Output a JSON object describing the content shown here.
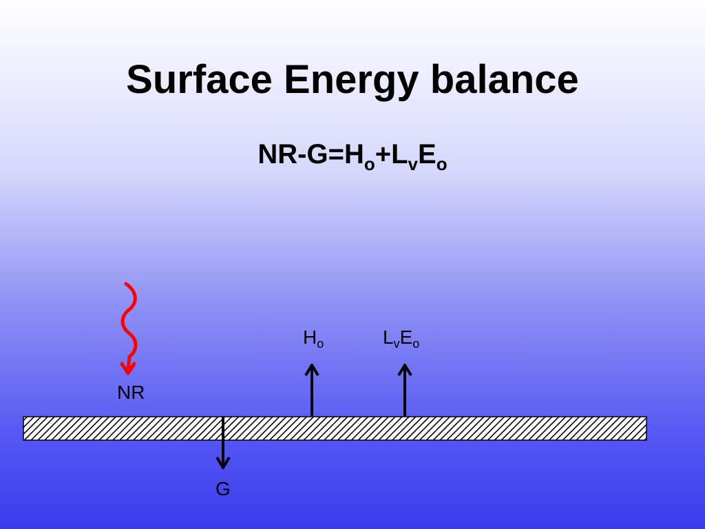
{
  "title": "Surface Energy balance",
  "equation": {
    "part1": "NR-G=H",
    "sub1": "o",
    "part2": "+L",
    "sub2": "v",
    "part3": "E",
    "sub3": "o"
  },
  "labels": {
    "nr": "NR",
    "g": "G",
    "ho": {
      "main": "H",
      "sub": "o"
    },
    "lvEo": {
      "l": "L",
      "l_sub": "v",
      "e": "E",
      "e_sub": "o"
    }
  },
  "colors": {
    "radiation_arrow": "#ff0000",
    "flux_arrow": "#000000",
    "ground_hatch": "#000000",
    "ground_fill": "#ffffff"
  }
}
